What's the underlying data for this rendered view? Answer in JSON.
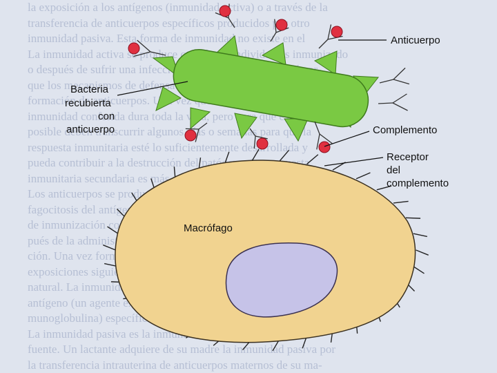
{
  "background_text": [
    "la exposición a los antígenos (inmunidad activa) o a través de la",
    "transferencia de anticuerpos específicos producidos por otro",
    "inmunidad pasiva. Esta forma de inmunidad no existe en el",
    "La inmunidad activa se produce cuando un individuo es inmunizado",
    "o después de sufrir una infección natural; se denomina así por-",
    "que los mecanismos de defensa del huésped participan de la",
    "formación de anticuerpos. Una vez que se ha establecido, la",
    "inmunidad conferida dura toda la vida, pero para que esto sea",
    "posible deben transcurrir algunos días o semanas para que la",
    "respuesta inmunitaria esté lo suficientemente desarrollada y",
    "pueda contribuir a la destrucción del patógeno. La respuesta",
    "inmunitaria secundaria es más rápida y efectiva que la primaria.",
    "Los anticuerpos se producen en los linfocitos B, después de la",
    "fagocitosis del antígeno y su presentación al sistema. El proceso",
    "de inmunización consiste en exponer al sujeto a un antígeno des-",
    "pués de la administración de una vacuna. Esta inmuniza-",
    "ción. Una vez formados los anticuerpos, la exposición posterior con las",
    "exposiciones siguientes causa respuestas similares a una infección",
    "natural. La inmunidad es el resultado de la interacción entre un",
    "antígeno (un agente extraño) y un anticuerpo (es decir, in-",
    "munoglobulina) específico contra ese antígeno.",
    "La inmunidad pasiva es la inmunidad transferida desde otra",
    "fuente. Un lactante adquiere de su madre la inmunidad pasiva por",
    "la transferencia intrauterina de anticuerpos maternos de su ma-"
  ],
  "labels": {
    "anticuerpo": "Anticuerpo",
    "bacteria": [
      "Bacteria",
      "recubierta",
      "con",
      "anticuerpo"
    ],
    "complemento": "Complemento",
    "receptor": [
      "Receptor",
      "del",
      "complemento"
    ],
    "macrofago": "Macrófago"
  },
  "colors": {
    "bacteria_fill": "#7ac943",
    "bacteria_stroke": "#3e7a1c",
    "macrophage_fill": "#f1d390",
    "nucleus_fill": "#c6c3e8",
    "complement_red": "#e03040"
  }
}
